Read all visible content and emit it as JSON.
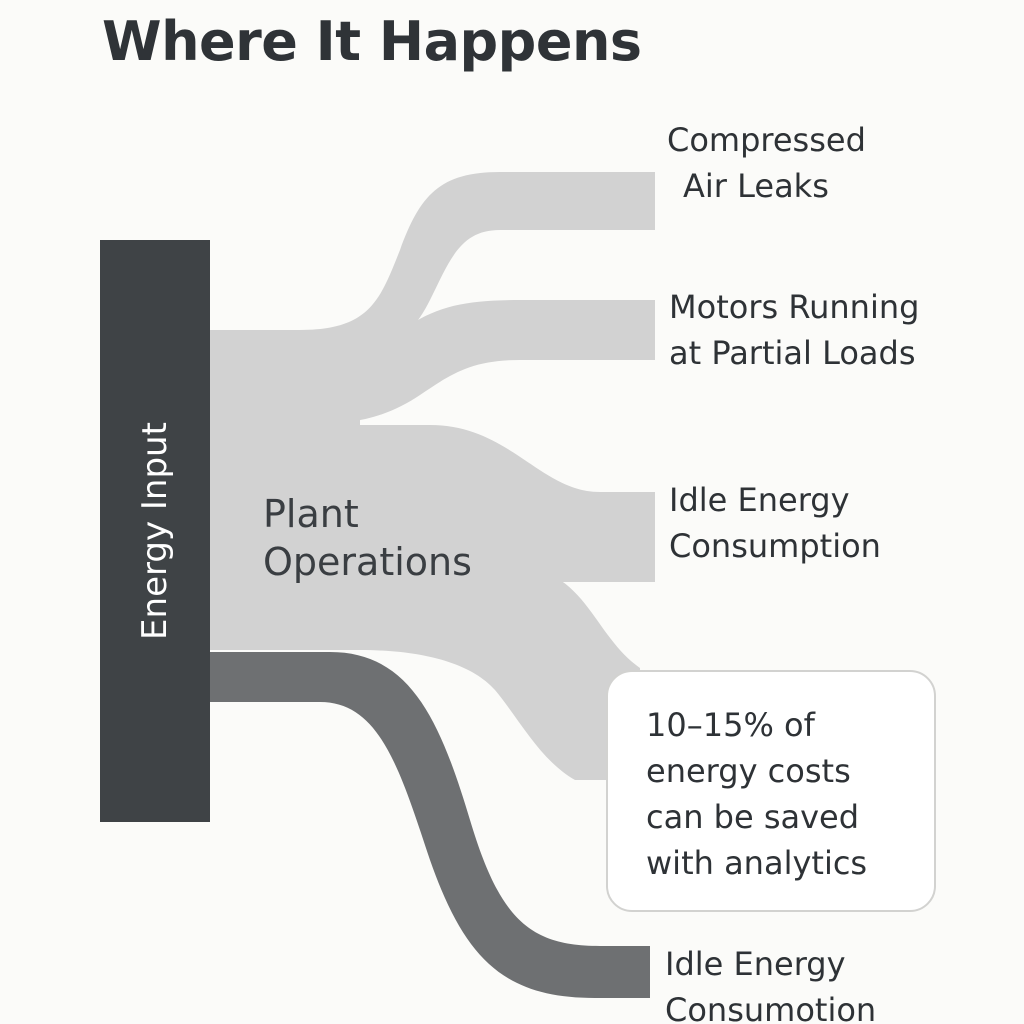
{
  "title": "Where It Happens",
  "source": {
    "label": "Energy Input"
  },
  "stage": {
    "label_lines": [
      "Plant",
      "Operations"
    ]
  },
  "outputs": [
    {
      "lines": [
        "Compressed",
        "Air Leaks"
      ]
    },
    {
      "lines": [
        "Motors Running",
        "at Partial Loads"
      ]
    },
    {
      "lines": [
        "Idle Energy",
        "Consumption"
      ]
    },
    {
      "lines": [
        "Idle Energy",
        "Consumotion"
      ]
    }
  ],
  "callout": {
    "lines": [
      "10–15% of",
      "energy costs",
      "can be saved",
      "with analytics"
    ]
  },
  "colors": {
    "source": "#3f4346",
    "flow_light": "#d2d2d2",
    "flow_dark": "#6e7072",
    "text": "#2e3236"
  }
}
